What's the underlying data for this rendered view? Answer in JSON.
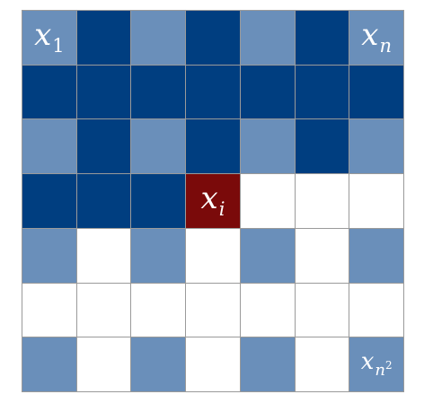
{
  "colors": {
    "dark": "#003e80",
    "light": "#6a8fba",
    "white": "#ffffff",
    "highlight": "#7a0a0a",
    "grid_line": "#9a9a9a",
    "label": "#ffffff"
  },
  "grid": {
    "rows": 7,
    "cols": 7,
    "cells": [
      [
        "light",
        "dark",
        "light",
        "dark",
        "light",
        "dark",
        "light"
      ],
      [
        "dark",
        "dark",
        "dark",
        "dark",
        "dark",
        "dark",
        "dark"
      ],
      [
        "light",
        "dark",
        "light",
        "dark",
        "light",
        "dark",
        "light"
      ],
      [
        "dark",
        "dark",
        "dark",
        "red",
        "white",
        "white",
        "white"
      ],
      [
        "light",
        "white",
        "light",
        "white",
        "light",
        "white",
        "light"
      ],
      [
        "white",
        "white",
        "white",
        "white",
        "white",
        "white",
        "white"
      ],
      [
        "light",
        "white",
        "light",
        "white",
        "light",
        "white",
        "light"
      ]
    ]
  },
  "labels": {
    "first": {
      "base": "x",
      "sub": "1"
    },
    "last_in_row": {
      "base": "x",
      "sub": "n"
    },
    "current": {
      "base": "x",
      "sub": "i"
    },
    "last": {
      "base": "x",
      "sub": "n",
      "sup": "2"
    }
  }
}
